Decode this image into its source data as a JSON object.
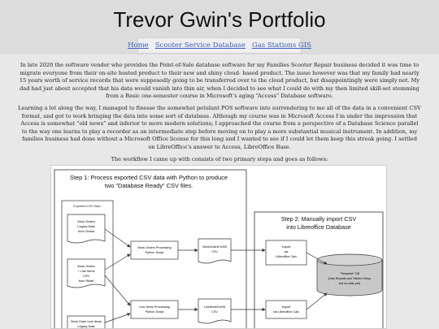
{
  "site": {
    "title": "Trevor Gwin's Portfolio"
  },
  "nav": {
    "items": [
      {
        "label": "Home"
      },
      {
        "label": "Scooter Service Database"
      },
      {
        "label": "Gas Stations GIS"
      }
    ]
  },
  "content": {
    "paragraphs": [
      "In late 2020 the software vendor who provides the Point-of-Sale database software for my Families Scooter Repair business decided it was time to migrate everyone from their on-site hosted product to their new and shiny cloud- based product. The issue however was that my family had nearly 15 years worth of service records that were supposedly going to be transferred over to the cloud product, but disappointingly were simply not. My dad had just about accepted that his data would vanish into thin air, when I decided to see what I could do with my then limited skill-set stemming from a Basic one-semester course in Microsoft’s aging “Access” Database software.",
      "Learning a lot along the way, I managed to finesse the somewhat petulant POS software into surrendering to me all of the data in a convenient CSV format, and got to work bringing the data into some sort of database. Although my course was in Microsoft Access I’m under the impression that Access is somewhat “old news” and inferior to more modern solutions; I approached the course from a perspective of a Database Science parallel to the way one learns to play a recorder as an intermediate step before moving on to play a more substantial musical instrument. In addition, my families business had done without a Microsoft Office license for this long and I wanted to see if I could let them keep this streak going. I settled on LibreOffice’s answer to Access, LibreOffice Base.",
      "The workflow I came up with consists of two primary steps and goes as follows:"
    ]
  },
  "diagram": {
    "step1_title_line1": "Step 1: Process exported CSV data with Python to produce",
    "step1_title_line2": "two \"Database Ready\" CSV files.",
    "exported_label": "Exported CSV Data",
    "doc1_lines": [
      "Work Orders",
      "Legacy Data",
      "from Ombla"
    ],
    "doc2_lines": [
      "Work Orders",
      "+ Line Items",
      "CSV",
      "from Retail"
    ],
    "doc3_lines": [
      "Work Order Line Items",
      "Legacy Data"
    ],
    "proc1_lines": [
      "Work Orders Processing",
      "Python Script"
    ],
    "proc2_lines": [
      "Line Items Processing",
      "Python Script"
    ],
    "out1_lines": [
      "WorkOrdersForDB",
      "CSV"
    ],
    "out2_lines": [
      "LineItemsForDB",
      "CSV"
    ],
    "step2_title_line1": "Step 2: Manually import CSV",
    "step2_title_line2": "into Libreoffice Database",
    "import1_lines": [
      "Import",
      "via",
      "Libreoffice Calc"
    ],
    "import2_lines": [
      "Import",
      "via Libreoffice Calc"
    ],
    "db_lines": [
      "\"Template\" DB",
      "(Has Reports and Tables Setup",
      "but no data yet)"
    ]
  }
}
